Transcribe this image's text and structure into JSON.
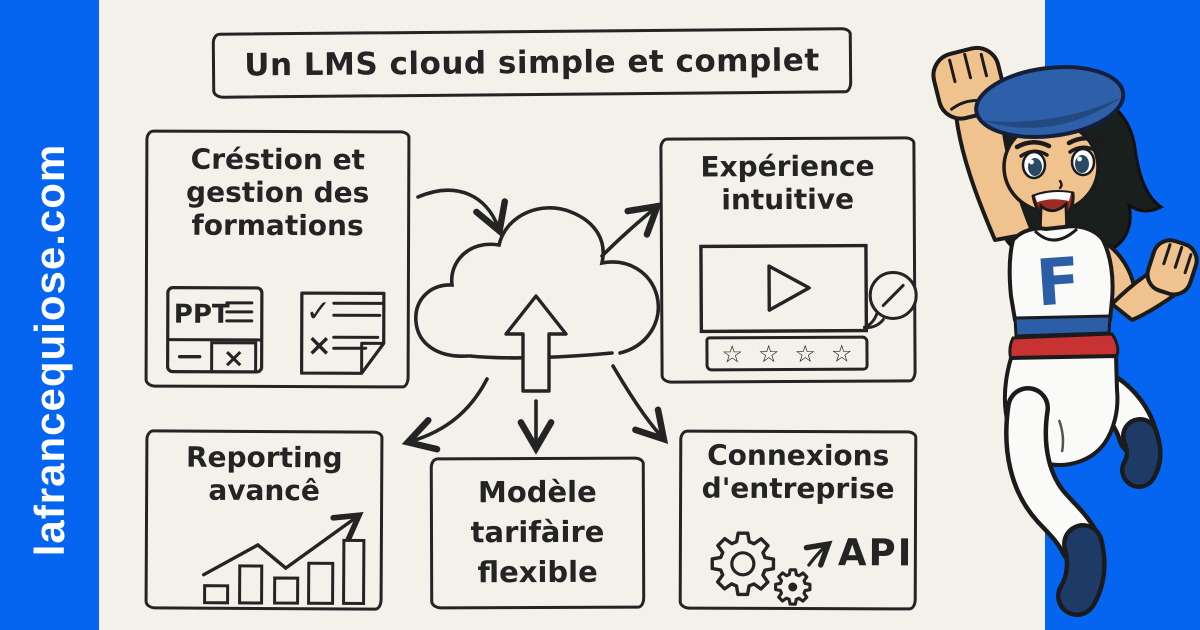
{
  "watermark": "lafrancequiose.com",
  "title": "Un LMS cloud simple et complet",
  "boxes": {
    "creation": {
      "lines": [
        "Créstion et",
        "gestion des",
        "formations"
      ],
      "ppt_label": "PPT"
    },
    "experience": {
      "lines": [
        "Expérience",
        "intuitive"
      ]
    },
    "reporting": {
      "lines": [
        "Reporting",
        "avancê"
      ]
    },
    "pricing": {
      "lines": [
        "Modèle",
        "tarifàire",
        "flexible"
      ]
    },
    "connections": {
      "lines": [
        "Connexions",
        "d'entreprise"
      ],
      "api_label": "API"
    }
  },
  "icons": {
    "star_glyph": "☆",
    "check_glyph": "✓",
    "cross_glyph": "×"
  },
  "mascot": {
    "jersey_letter": "F"
  },
  "colors": {
    "brand_blue": "#0565F0",
    "canvas_offwhite": "#F4F1EA",
    "ink": "#242424",
    "beret_blue": "#2E5FA9",
    "jersey_letter_blue": "#2B5EA7",
    "belt_blue": "#2B5EA7",
    "belt_red": "#C93232",
    "boot_navy": "#1E3A66",
    "skin": "#F0C28E",
    "hair_black": "#181F1D"
  }
}
